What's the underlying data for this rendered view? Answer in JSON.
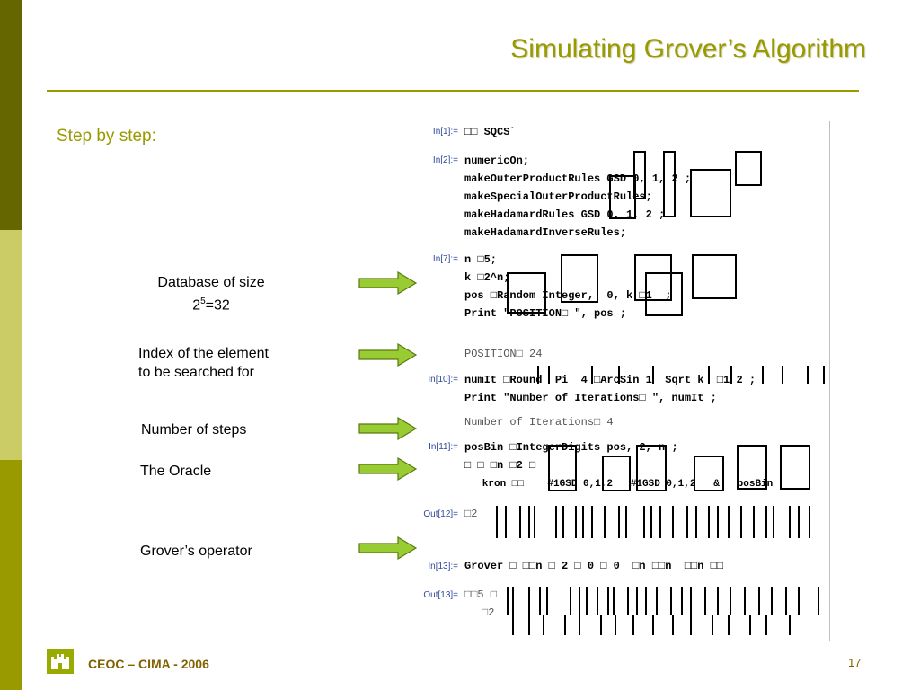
{
  "slide": {
    "title": "Simulating Grover’s Algorithm",
    "subtitle": "Step by step:",
    "page_number": "17",
    "footer": "CEOC – CIMA - 2006",
    "accent_color": "#999900",
    "labels": {
      "database_line1": "Database of size",
      "database_base": "2",
      "database_exp": "5",
      "database_rest": "=32",
      "index_line1": "Index of the element",
      "index_line2": "to be searched for",
      "steps": "Number of steps",
      "oracle": "The Oracle",
      "grover": "Grover’s operator"
    },
    "arrow_icon": "right-arrow-icon",
    "logo_icon": "castle-icon"
  },
  "notebook": {
    "in1_label": "In[1]:=",
    "in1_line": "□□ SQCS`",
    "in2_label": "In[2]:=",
    "in2_lines": [
      "numericOn;",
      "makeOuterProductRules GSD 0, 1, 2 ;",
      "makeSpecialOuterProductRules;",
      "makeHadamardRules GSD 0, 1, 2 ;",
      "makeHadamardInverseRules;"
    ],
    "in7_label": "In[7]:=",
    "in7_lines": [
      "n □5;",
      "k □2^n;",
      "pos □Random Integer,  0, k □1  ;",
      "Print \"POSITION□ \", pos ;"
    ],
    "out7_line": "POSITION□ 24",
    "in10_label": "In[10]:=",
    "in10_lines": [
      "numIt □Round  Pi  4 □ArcSin 1  Sqrt k  □1 2 ;",
      "Print \"Number of Iterations□ \", numIt ;"
    ],
    "out10_line": "Number of Iterations□ 4",
    "in11_label": "In[11]:=",
    "in11_lines": [
      "posBin □IntegerDigits pos, 2, n ;",
      "□ □ □n □2 □",
      "   kron □□    #1GSD 0,1,2   #1GSD 0,1,2   &   posBin"
    ],
    "out12_label": "Out[12]=",
    "out12_line": "□2",
    "in13_label": "In[13]:=",
    "in13_line": "Grover □ □□n □ 2 □ 0 □ 0  □n □□n  □□n □□",
    "out13_label": "Out[13]=",
    "out13_line": "□□5 □",
    "out13_line2": "□2"
  }
}
